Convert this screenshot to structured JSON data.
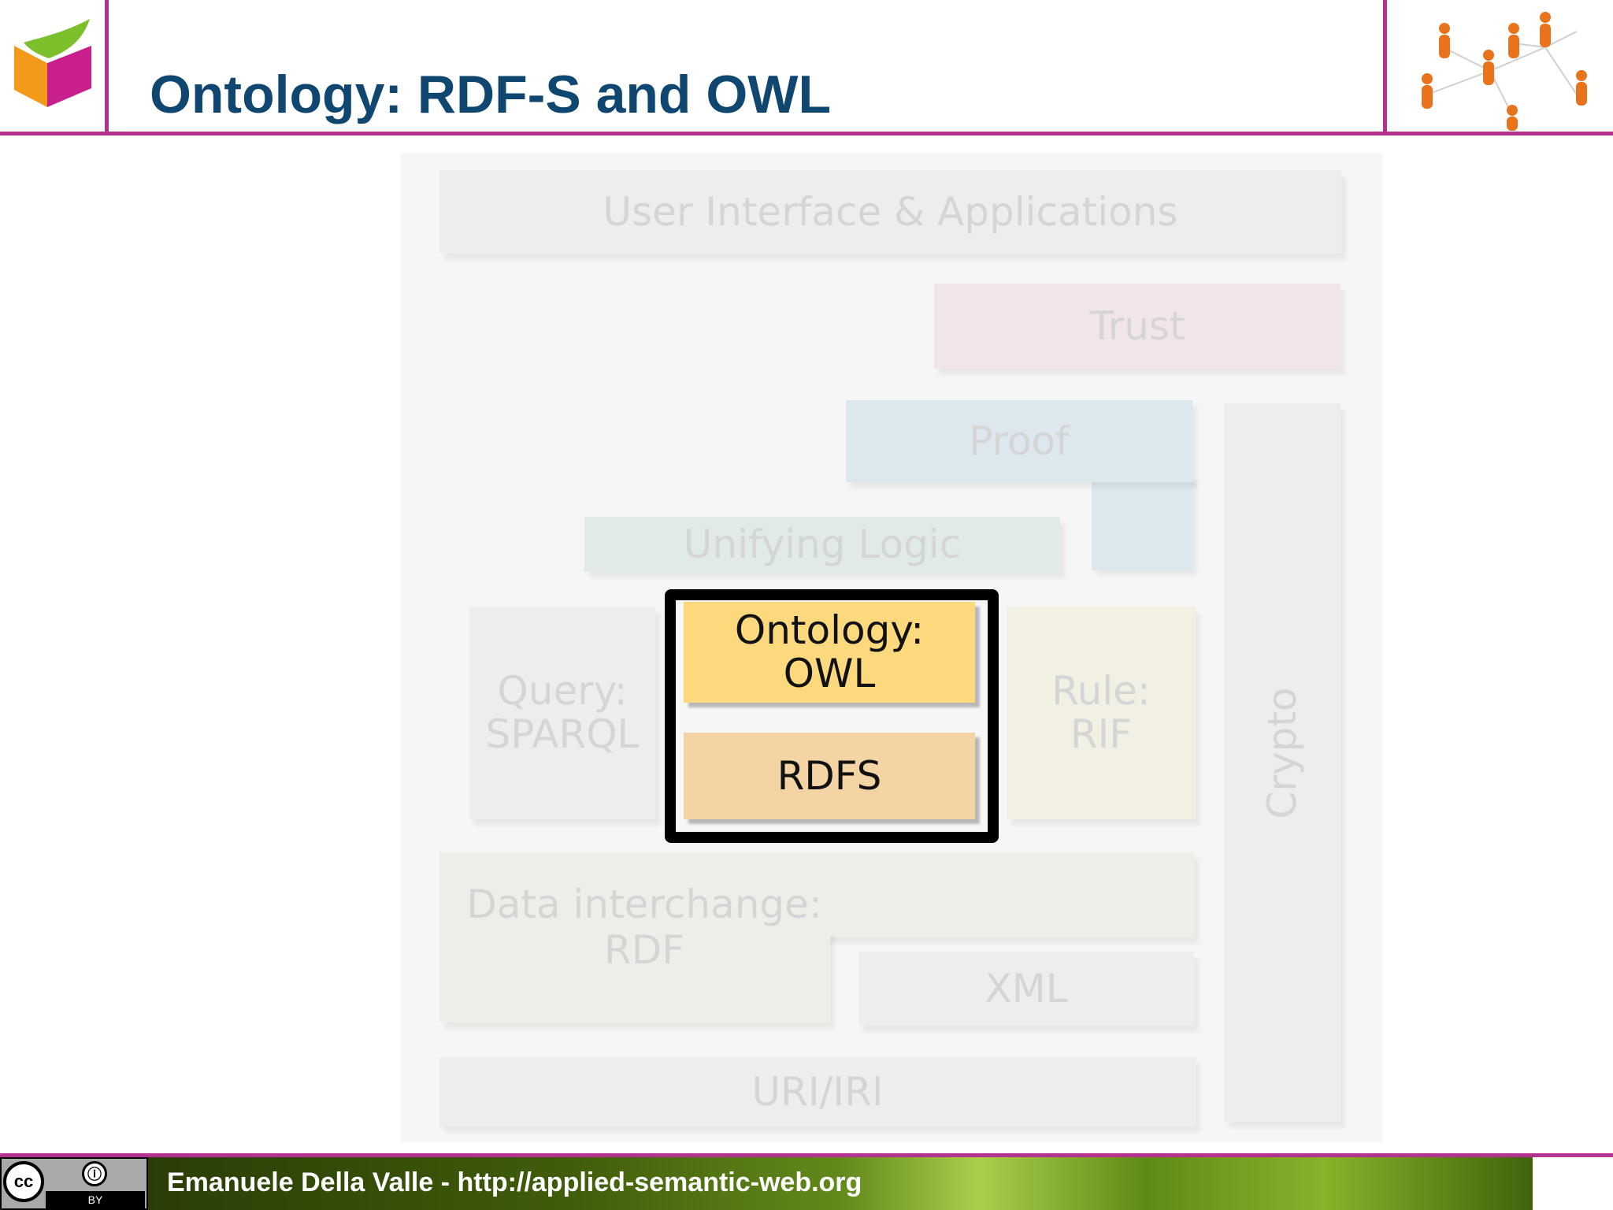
{
  "header": {
    "title": "Ontology: RDF-S and OWL",
    "logo_icon": "green-orange-magenta-cube-logo",
    "network_icon": "people-network-graphic",
    "accent_color": "#b5318f",
    "title_color": "#0f4770"
  },
  "diagram": {
    "layers": {
      "ui": "User Interface & Applications",
      "trust": "Trust",
      "proof": "Proof",
      "logic": "Unifying Logic",
      "crypto": "Crypto",
      "query_line1": "Query:",
      "query_line2": "SPARQL",
      "owl_line1": "Ontology:",
      "owl_line2": "OWL",
      "rdfs": "RDFS",
      "rule_line1": "Rule:",
      "rule_line2": "RIF",
      "data_line1": "Data interchange:",
      "data_line2": "RDF",
      "xml": "XML",
      "uri": "URI/IRI"
    },
    "highlight_colors": {
      "owl": "#fbd97c",
      "rdfs": "#f4d3a4"
    }
  },
  "footer": {
    "text": "Emanuele Della Valle - http://applied-semantic-web.org",
    "license_cc": "cc",
    "license_by": "BY"
  }
}
